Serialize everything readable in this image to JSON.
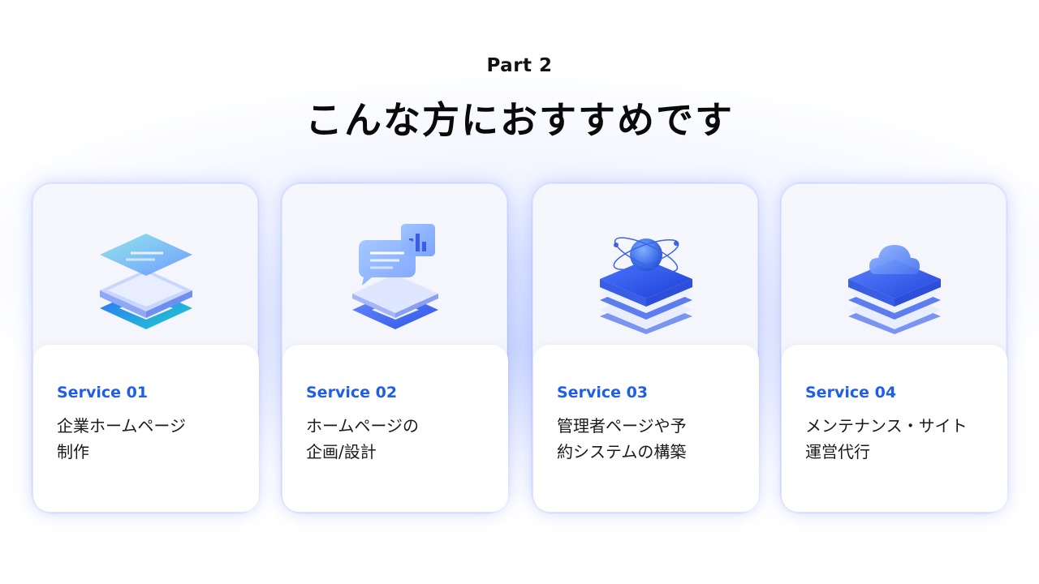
{
  "header": {
    "part": "Part 2",
    "title": "こんな方におすすめです"
  },
  "cards": [
    {
      "label": "Service 01",
      "line1": "企業ホームページ",
      "line2": "制作",
      "icon": "layered-documents-icon"
    },
    {
      "label": "Service 02",
      "line1": "ホームページの",
      "line2": "企画/設計",
      "icon": "chat-chart-icon"
    },
    {
      "label": "Service 03",
      "line1": "管理者ページや予",
      "line2": "約システムの構築",
      "icon": "globe-server-icon"
    },
    {
      "label": "Service 04",
      "line1": "メンテナンス・サイト",
      "line2": "運営代行",
      "icon": "cloud-server-icon"
    }
  ],
  "colors": {
    "accent": "#1f5ee6",
    "title": "#0a0a0a",
    "glow": "#7a8cff"
  }
}
